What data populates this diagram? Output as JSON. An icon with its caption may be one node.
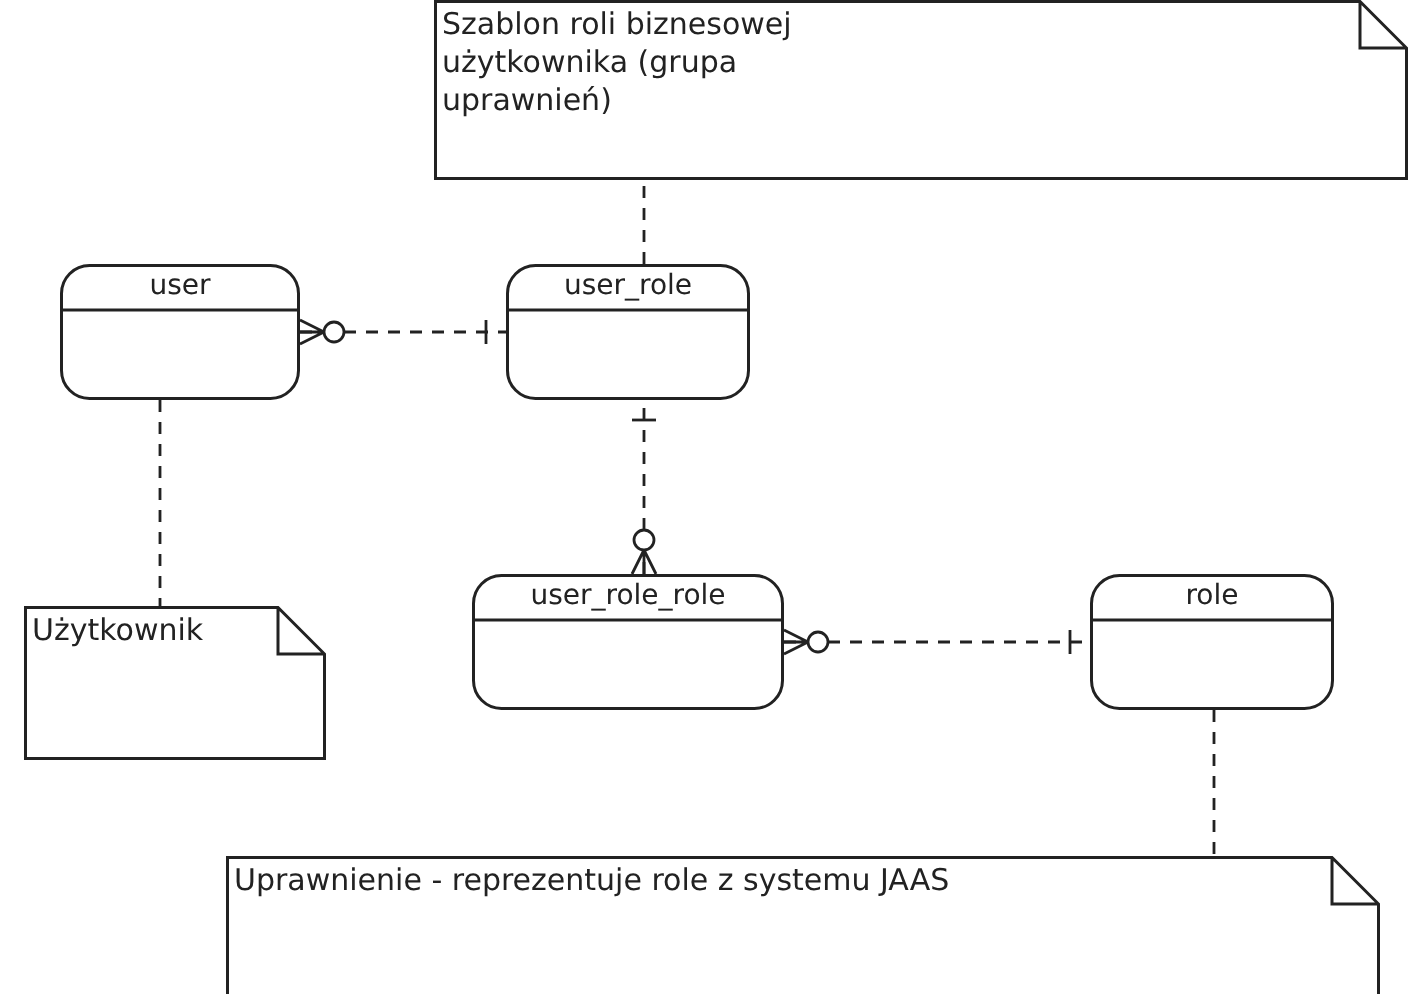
{
  "diagram": {
    "nodes": [
      {
        "text": [
          "Szablon roli biznesowej użytkownika (grupa uprawnień)"
        ]
      },
      {
        "text": [
          "user"
        ]
      },
      {
        "text": [
          "user_role"
        ]
      },
      {
        "text": [
          "Użytkownik"
        ]
      },
      {
        "text": [
          "user_role_role"
        ]
      },
      {
        "text": [
          "role"
        ]
      },
      {
        "text": [
          "Uprawnienie - reprezentuje role z systemu JAAS"
        ]
      }
    ],
    "edges": [
      {
        "from": 2,
        "to": 0,
        "arrow": "none",
        "style": "dashed"
      },
      {
        "from": 1,
        "to": 2,
        "arrow": "other",
        "style": "dashed"
      },
      {
        "from": 4,
        "to": 2,
        "arrow": "other",
        "style": "dashed"
      },
      {
        "from": 1,
        "to": 3,
        "arrow": "none",
        "style": "dashed"
      },
      {
        "from": 4,
        "to": 5,
        "arrow": "other",
        "style": "dashed"
      },
      {
        "from": 5,
        "to": 6,
        "arrow": "none",
        "style": "dashed"
      }
    ]
  }
}
